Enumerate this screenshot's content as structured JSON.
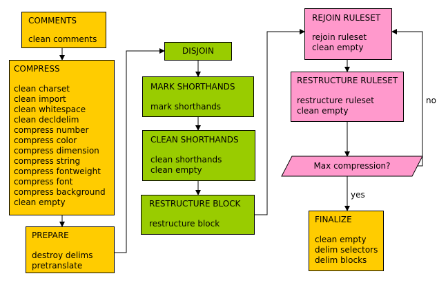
{
  "nodes": {
    "comments": {
      "title": "COMMENTS",
      "items": [
        "clean comments"
      ]
    },
    "compress": {
      "title": "COMPRESS",
      "items": [
        "clean charset",
        "clean import",
        "clean whitespace",
        "clean decldelim",
        "compress number",
        "compress color",
        "compress dimension",
        "compress string",
        "compress fontweight",
        "compress font",
        "compress background",
        "clean empty"
      ]
    },
    "prepare": {
      "title": "PREPARE",
      "items": [
        "destroy delims",
        "pretranslate"
      ]
    },
    "disjoin": {
      "title": "DISJOIN"
    },
    "mark_shorthands": {
      "title": "MARK SHORTHANDS",
      "items": [
        "mark shorthands"
      ]
    },
    "clean_shorthands": {
      "title": "CLEAN SHORTHANDS",
      "items": [
        "clean shorthands",
        "clean empty"
      ]
    },
    "restructure_block": {
      "title": "RESTRUCTURE BLOCK",
      "items": [
        "restructure block"
      ]
    },
    "rejoin_ruleset": {
      "title": "REJOIN RULESET",
      "items": [
        "rejoin ruleset",
        "clean empty"
      ]
    },
    "restructure_ruleset": {
      "title": "RESTRUCTURE RULESET",
      "items": [
        "restructure ruleset",
        "clean empty"
      ]
    },
    "max_compression": {
      "title": "Max compression?"
    },
    "finalize": {
      "title": "FINALIZE",
      "items": [
        "clean empty",
        "delim selectors",
        "delim blocks"
      ]
    }
  },
  "edge_labels": {
    "no": "no",
    "yes": "yes"
  },
  "colors": {
    "yellow": "#ffcc00",
    "green": "#99cc00",
    "pink": "#ff99cc"
  }
}
